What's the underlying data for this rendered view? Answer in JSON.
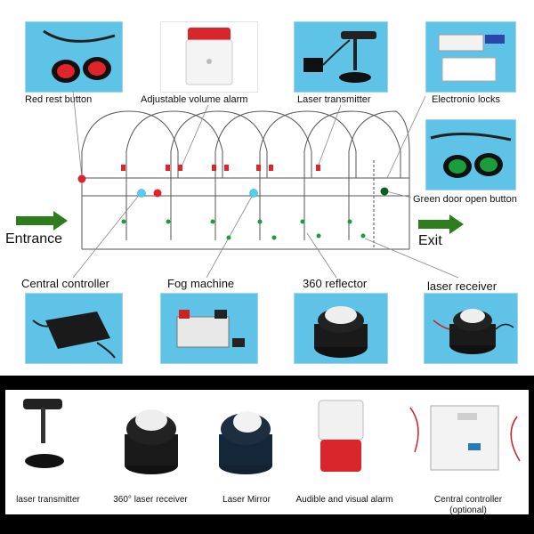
{
  "top_labels": {
    "red_rest_button": "Red rest button",
    "adjustable_volume_alarm": "Adjustable volume alarm",
    "laser_transmitter": "Laser transmitter",
    "electronic_locks": "Electronio locks",
    "green_door_open_button": "Green door open button",
    "entrance": "Entrance",
    "exit": "Exit",
    "central_controller": "Central controller",
    "fog_machine": "Fog machine",
    "reflector": "360   reflector",
    "laser_receiver": "laser receiver"
  },
  "bottom_labels": {
    "laser_transmitter": "laser transmitter",
    "laser_receiver_360": "360° laser receiver",
    "laser_mirror": "Laser Mirror",
    "audible_visual_alarm": "Audible and visual alarm",
    "central_controller": "Central controller",
    "central_controller_note": "(optional)"
  },
  "colors": {
    "photo_blue": "#5fc3e8",
    "arrow_green": "#2e7d1c",
    "red_marker": "#e0242a",
    "green_marker": "#1a9e3c",
    "cyan_marker": "#4fd0ee"
  }
}
